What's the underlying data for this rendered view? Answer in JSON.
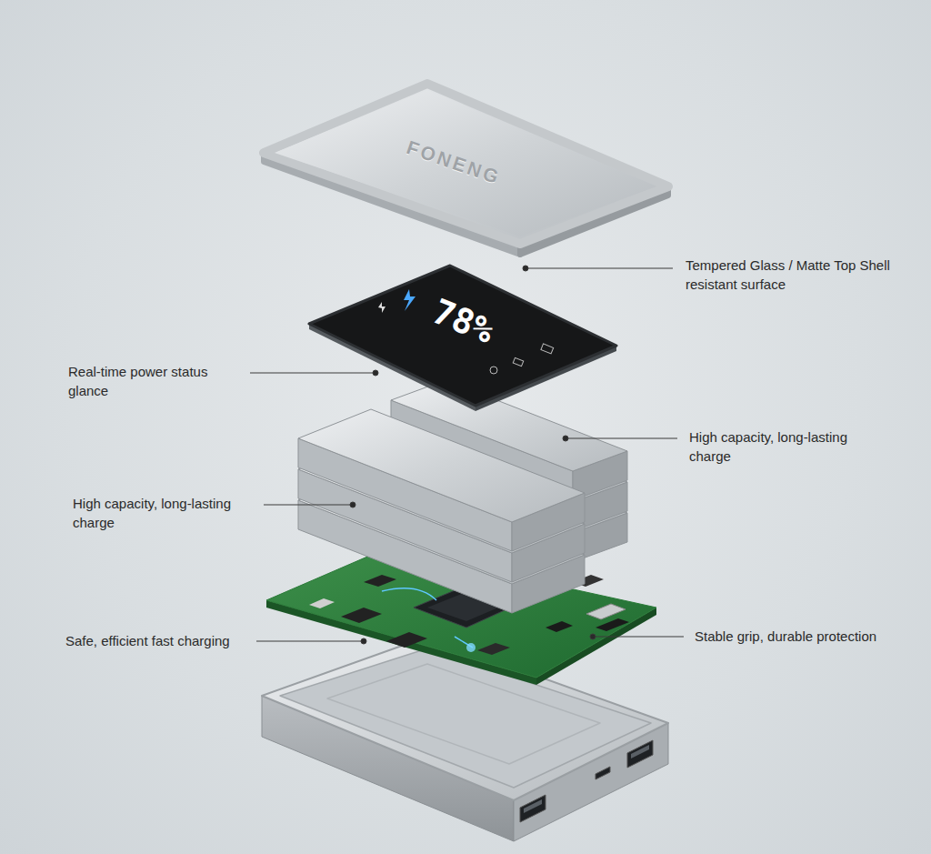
{
  "diagram": {
    "labels": [
      "FONENG",
      "Tempered Glass / Matte Top Shell resistant surface",
      "78%",
      "Real-time power status glance",
      "High capacity, long-lasting charge",
      "High capacity, long-lasting charge",
      "Safe, efficient fast charging",
      "Stable grip, durable protection"
    ]
  }
}
